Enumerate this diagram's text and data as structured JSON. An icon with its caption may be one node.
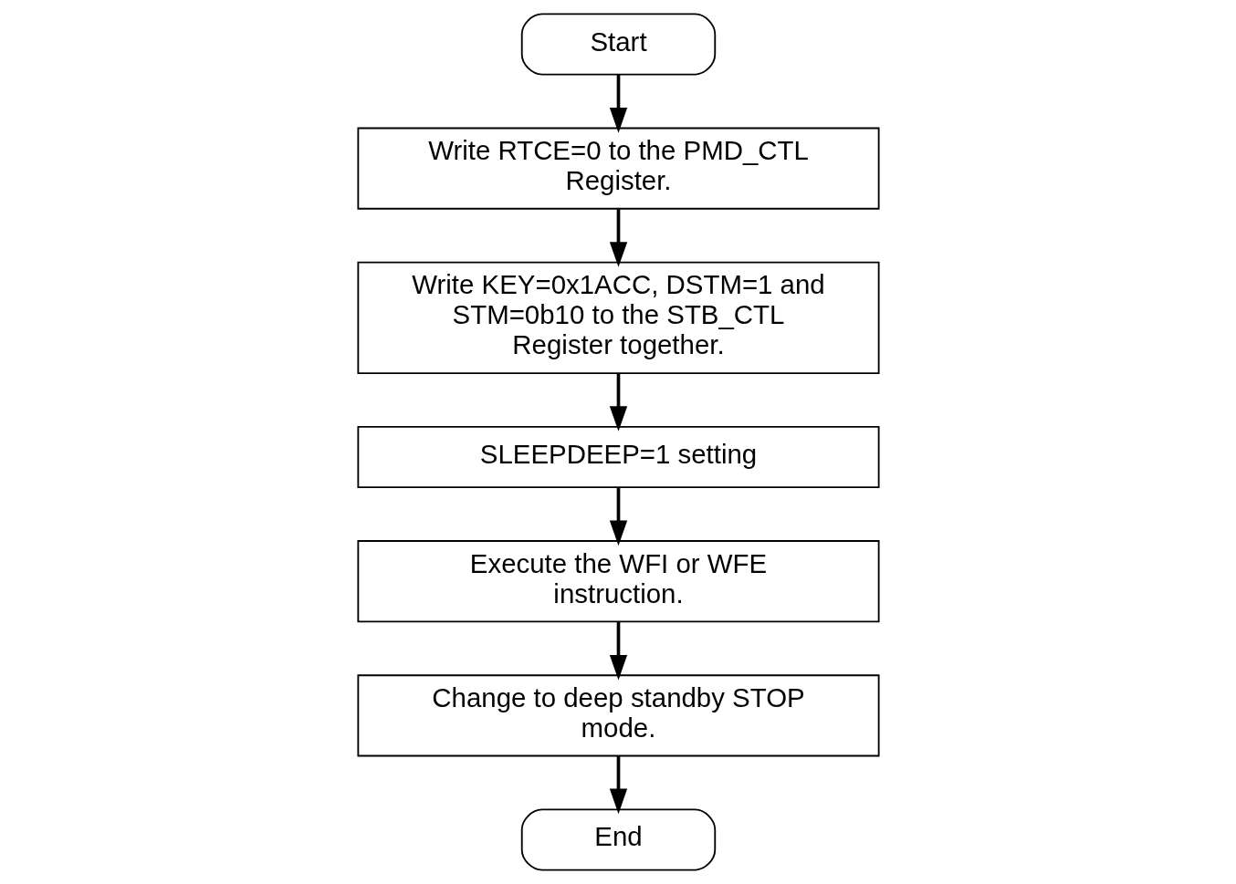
{
  "diagram": {
    "nodes": [
      {
        "text": [
          "Start"
        ]
      },
      {
        "text": [
          "Write RTCE=0 to the PMD_CTL Register."
        ]
      },
      {
        "text": [
          "Write KEY=0x1ACC, DSTM=1 and STM=0b10 to the STB_CTL Register together."
        ]
      },
      {
        "text": [
          "SLEEPDEEP=1 setting"
        ]
      },
      {
        "text": [
          "Execute the WFI or WFE instruction."
        ]
      },
      {
        "text": [
          "Change to deep standby STOP mode."
        ]
      },
      {
        "text": [
          "End"
        ]
      }
    ],
    "edges": [
      {
        "from": 0,
        "to": 1,
        "arrow": "to"
      },
      {
        "from": 1,
        "to": 2,
        "arrow": "to"
      },
      {
        "from": 2,
        "to": 3,
        "arrow": "to"
      },
      {
        "from": 3,
        "to": 4,
        "arrow": "to"
      },
      {
        "from": 4,
        "to": 5,
        "arrow": "to"
      },
      {
        "from": 5,
        "to": 6,
        "arrow": "to"
      }
    ]
  }
}
